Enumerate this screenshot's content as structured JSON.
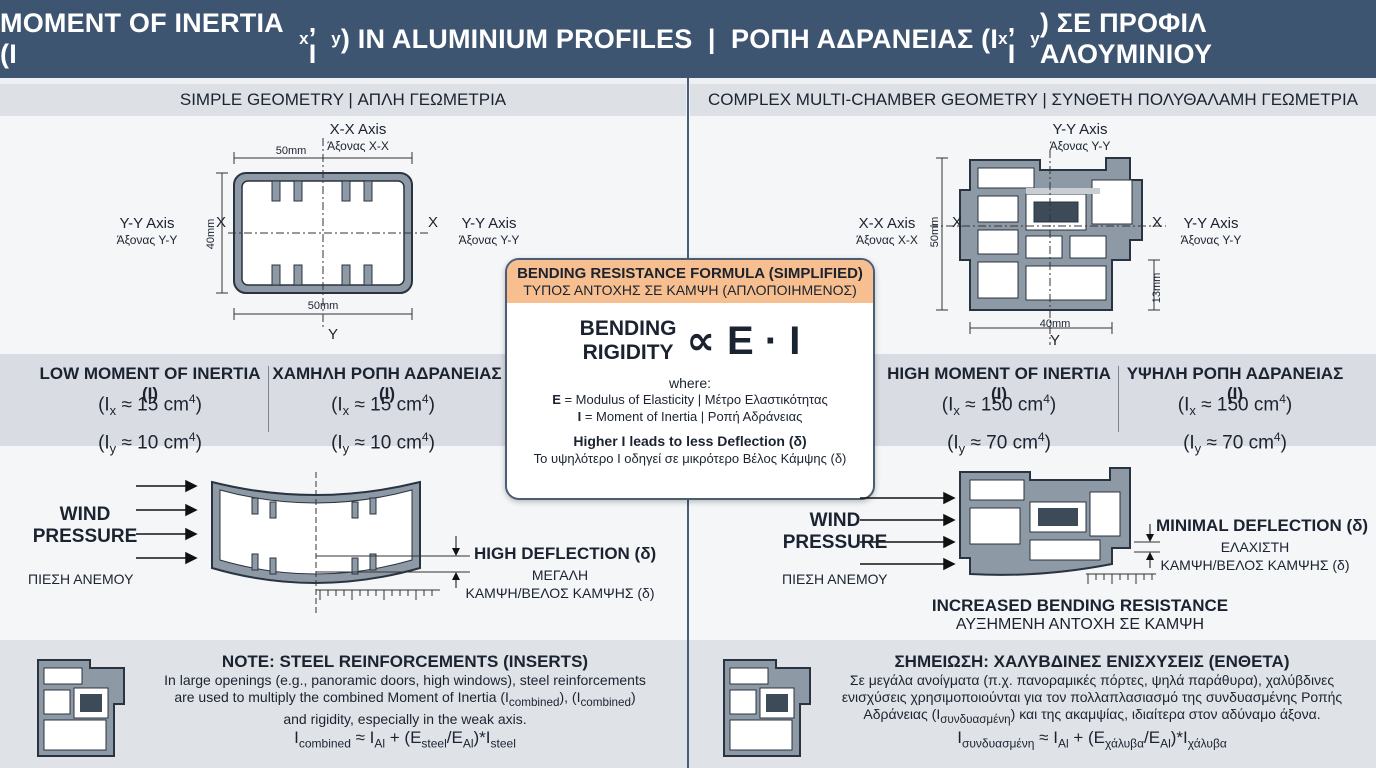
{
  "header": {
    "title_a": "MOMENT OF INERTIA (I",
    "sx1": "x",
    "comma1": ", I",
    "sy1": "y",
    "title_b": ") IN ALUMINIUM PROFILES  |  ΡΟΠΗ ΑΔΡΑΝΕΙΑΣ (I",
    "sx2": "x",
    "comma2": ", I",
    "sy2": "y",
    "title_c": ") ΣΕ ΠΡΟΦΙΛ ΑΛΟΥΜΙΝΙΟΥ"
  },
  "left": {
    "heading": "SIMPLE GEOMETRY  |  ΑΠΛΗ ΓΕΩΜΕΤΡΙΑ",
    "xx_axis": "X-X Axis",
    "xx_axis_gr": "Άξονας X-X",
    "yy_axis_left": "Y-Y Axis",
    "yy_axis_left_gr": "Άξονας Y-Y",
    "yy_axis_right": "Y-Y Axis",
    "yy_axis_right_gr": "Άξονας Y-Y",
    "x_mark": "X",
    "y_mark": "Y",
    "dim_top": "50mm",
    "dim_bottom": "50mm",
    "dim_side": "40mm",
    "stat_title_en": "LOW MOMENT OF INERTIA (I)",
    "stat_title_gr": "ΧΑΜΗΛΗ ΡΟΠΗ ΑΔΡΑΝΕΙΑΣ (I)",
    "ix_value": "15",
    "iy_value": "10",
    "unit": "cm",
    "wind": "WIND",
    "pressure": "PRESSURE",
    "wind_gr": "ΠΙΕΣΗ ΑΝΕΜΟΥ",
    "deflection_title": "HIGH DEFLECTION (δ)",
    "deflection_gr_1": "ΜΕΓΑΛΗ",
    "deflection_gr_2": "ΚΑΜΨΗ/ΒΕΛΟΣ ΚΑΜΨΗΣ (δ)"
  },
  "right": {
    "heading": "COMPLEX MULTI-CHAMBER GEOMETRY  |  ΣΥΝΘΕΤΗ ΠΟΛΥΘΑΛΑΜΗ ΓΕΩΜΕΤΡΙΑ",
    "yy_axis_top": "Y-Y Axis",
    "yy_axis_top_gr": "Άξονας Y-Y",
    "xx_axis": "X-X Axis",
    "xx_axis_gr": "Άξονας X-X",
    "yy_axis_side": "Y-Y Axis",
    "yy_axis_side_gr": "Άξονας Y-Y",
    "x_mark": "X",
    "y_mark": "Y",
    "dim_side": "50mm",
    "dim_bottom": "40mm",
    "dim_small": "13mm",
    "stat_title_en": "HIGH MOMENT OF INERTIA (I)",
    "stat_title_gr": "ΥΨΗΛΗ ΡΟΠΗ ΑΔΡΑΝΕΙΑΣ (I)",
    "ix_value": "150",
    "iy_value": "70",
    "unit": "cm",
    "wind": "WIND",
    "pressure": "PRESSURE",
    "wind_gr": "ΠΙΕΣΗ ΑΝΕΜΟΥ",
    "deflection_title": "MINIMAL DEFLECTION (δ)",
    "deflection_gr_1": "ΕΛΑΧΙΣΤΗ",
    "deflection_gr_2": "ΚΑΜΨΗ/ΒΕΛΟΣ ΚΑΜΨΗΣ (δ)",
    "resistance_en": "INCREASED BENDING RESISTANCE",
    "resistance_gr": "ΑΥΞΗΜΕΝΗ ΑΝΤΟΧΗ ΣΕ ΚΑΜΨΗ"
  },
  "formula": {
    "head_en": "BENDING RESISTANCE FORMULA (SIMPLIFIED)",
    "head_gr": "ΤΥΠΟΣ ΑΝΤΟΧΗΣ ΣΕ ΚΑΜΨΗ (ΑΠΛΟΠΟΙΗΜΕΝΟΣ)",
    "lhs_1": "BENDING",
    "lhs_2": "RIGIDITY",
    "prop": "∝",
    "rhs": "E · I",
    "where": "where:",
    "e_sym": "E",
    "e_def": " = Modulus of Elasticity | Μέτρο Ελαστικότητας",
    "i_sym": "I",
    "i_def": " = Moment of Inertia | Ροπή Αδράνειας",
    "higher_en": "Higher I leads to less Deflection (δ)",
    "higher_gr": "Το υψηλότερο I οδηγεί σε μικρότερο Βέλος Κάμψης (δ)"
  },
  "note_left": {
    "title": "NOTE: STEEL REINFORCEMENTS (INSERTS)",
    "body_1": "In large openings (e.g., panoramic doors, high windows), steel reinforcements",
    "body_2a": "are used to multiply the combined Moment of Inertia (I",
    "body_2sub": "combined",
    "body_2b": "), (I",
    "body_2sub2": "combined",
    "body_2c": ")",
    "body_3": "and rigidity, especially in the weak axis.",
    "f_sub1": "combined",
    "f_mid": " ≈ I",
    "f_sub2": "Al",
    "f_mid2": " + (E",
    "f_sub3": "steel",
    "f_mid3": "/E",
    "f_sub4": "Al",
    "f_mid4": ")*I",
    "f_sub5": "steel"
  },
  "note_right": {
    "title": "ΣΗΜΕΙΩΣΗ: ΧΑΛΥΒΔΙΝΕΣ ΕΝΙΣΧΥΣΕΙΣ (ΕΝΘΕΤΑ)",
    "body_1": "Σε μεγάλα ανοίγματα (π.χ. πανοραμικές πόρτες, ψηλά παράθυρα), χαλύβδινες",
    "body_2": "ενισχύσεις χρησιμοποιούνται για τον πολλαπλασιασμό της συνδυασμένης Ροπής",
    "body_3a": "Αδράνειας (I",
    "body_3sub": "συνδυασμένη",
    "body_3b": ") και της ακαμψίας, ιδιαίτερα στον αδύναμο άξονα.",
    "f_sub1": "συνδυασμένη",
    "f_mid": " ≈ I",
    "f_sub2": "Al",
    "f_mid2": " + (E",
    "f_sub3": "χάλυβα",
    "f_mid3": "/E",
    "f_sub4": "Al",
    "f_mid4": ")*I",
    "f_sub5": "χάλυβα"
  }
}
